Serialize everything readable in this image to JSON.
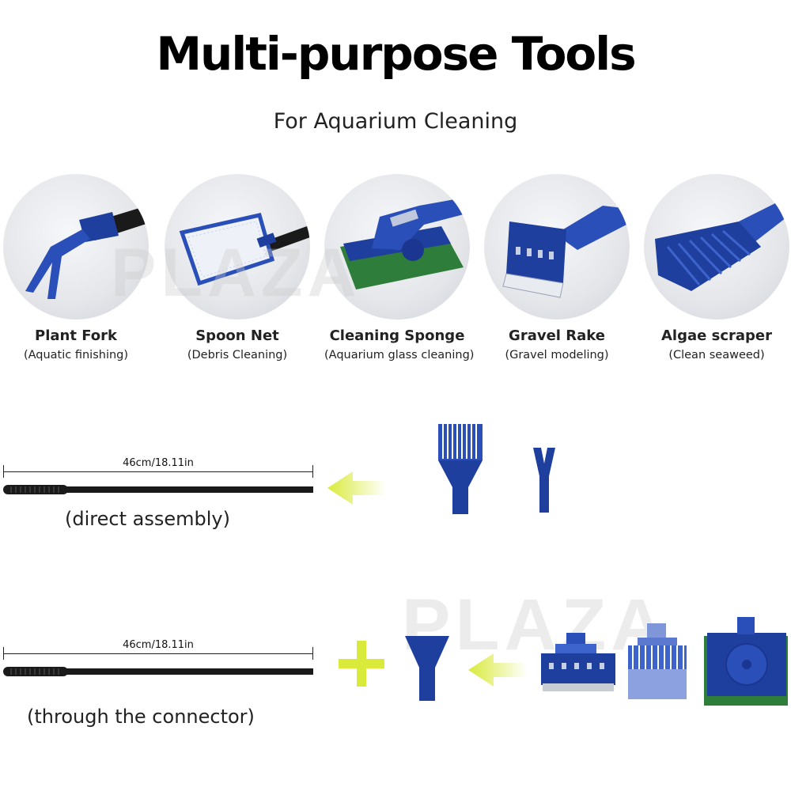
{
  "header": {
    "title": "Multi-purpose Tools",
    "subtitle": "For Aquarium Cleaning"
  },
  "tools": [
    {
      "name": "Plant Fork",
      "desc": "(Aquatic finishing)",
      "icon": "plant-fork-icon"
    },
    {
      "name": "Spoon Net",
      "desc": "(Debris Cleaning)",
      "icon": "spoon-net-icon"
    },
    {
      "name": "Cleaning Sponge",
      "desc": "(Aquarium glass cleaning)",
      "icon": "cleaning-sponge-icon"
    },
    {
      "name": "Gravel Rake",
      "desc": "(Gravel modeling)",
      "icon": "gravel-rake-icon"
    },
    {
      "name": "Algae scraper",
      "desc": "(Clean seaweed)",
      "icon": "algae-scraper-icon"
    }
  ],
  "watermark": "PLAZA",
  "assembly": {
    "direct": {
      "length": "46cm/18.11in",
      "caption": "(direct assembly)"
    },
    "connector": {
      "length": "46cm/18.11in",
      "caption": "(through the connector)"
    }
  },
  "colors": {
    "tool_blue": "#1f3f9e",
    "arrow_yellow": "#e4f05a",
    "handle_black": "#1a1a1a",
    "sponge_green": "#2e7d3a"
  }
}
